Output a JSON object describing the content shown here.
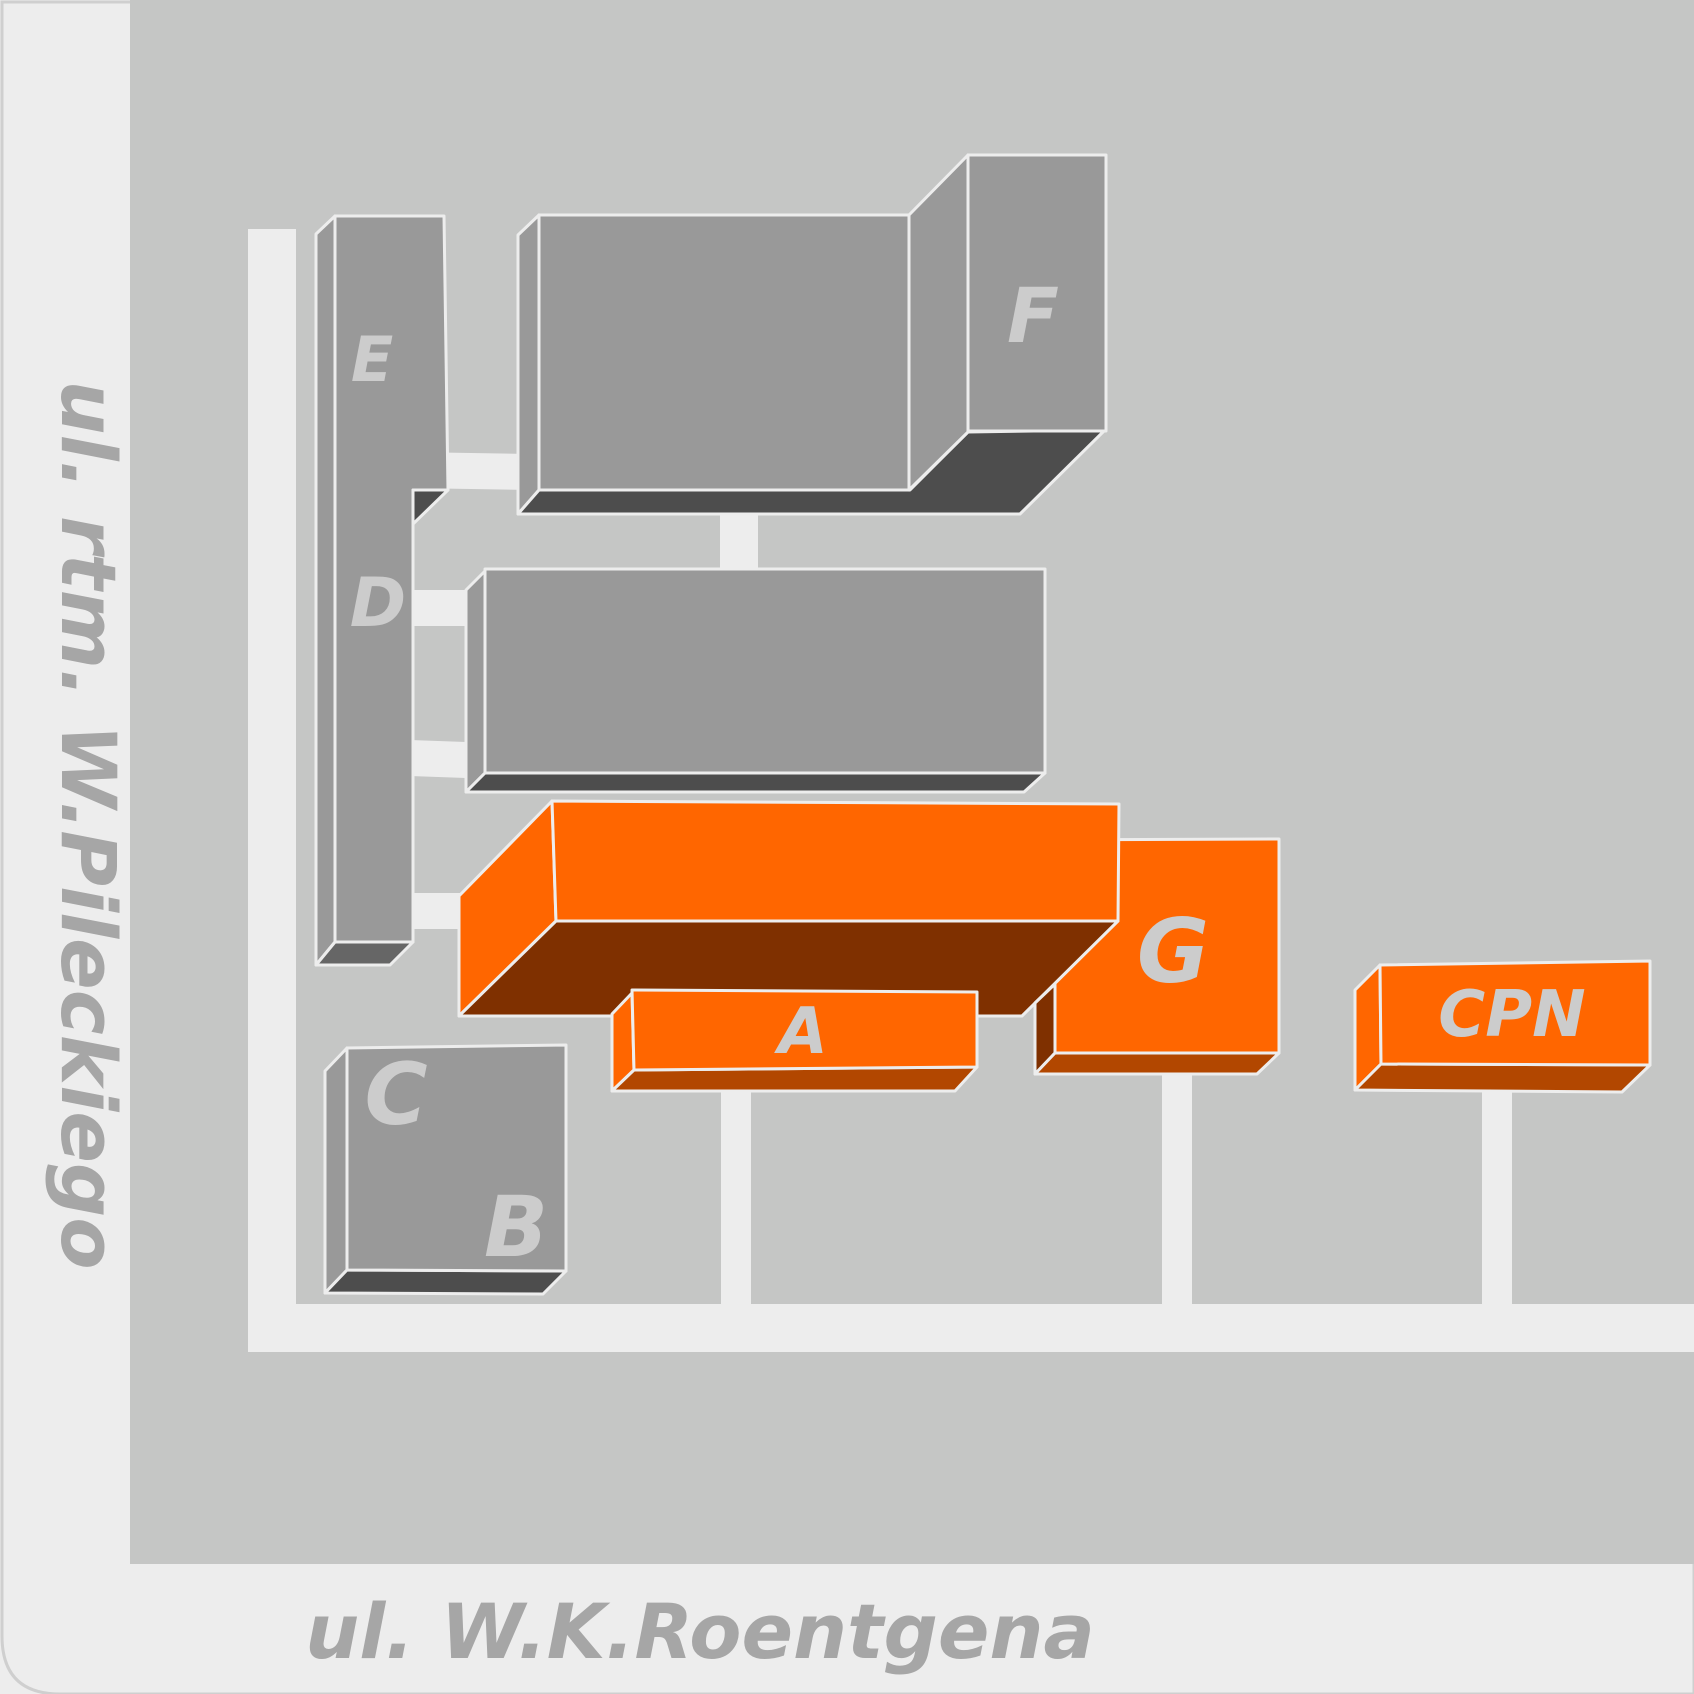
{
  "streets": {
    "west": "ul. rtm. W.Pileckiego",
    "south": "ul. W.K.Roentgena"
  },
  "buildings": [
    {
      "id": "E",
      "label": "E",
      "highlighted": false
    },
    {
      "id": "D",
      "label": "D",
      "highlighted": false
    },
    {
      "id": "F",
      "label": "F",
      "highlighted": false
    },
    {
      "id": "C",
      "label": "C",
      "highlighted": false
    },
    {
      "id": "B",
      "label": "B",
      "highlighted": false
    },
    {
      "id": "A",
      "label": "A",
      "highlighted": true
    },
    {
      "id": "G",
      "label": "G",
      "highlighted": true
    },
    {
      "id": "CPN",
      "label": "CPN",
      "highlighted": true
    }
  ],
  "colors": {
    "border": "#ededed",
    "ground": "#c5c6c5",
    "building_grey": "#999999",
    "building_dark": "#4d4d4d",
    "building_orange": "#ff6600",
    "building_orange_dark": "#7f3000",
    "building_orange_shadow": "#b24700",
    "label_grey": "#a6a6a6",
    "building_label": "#cccccc"
  }
}
